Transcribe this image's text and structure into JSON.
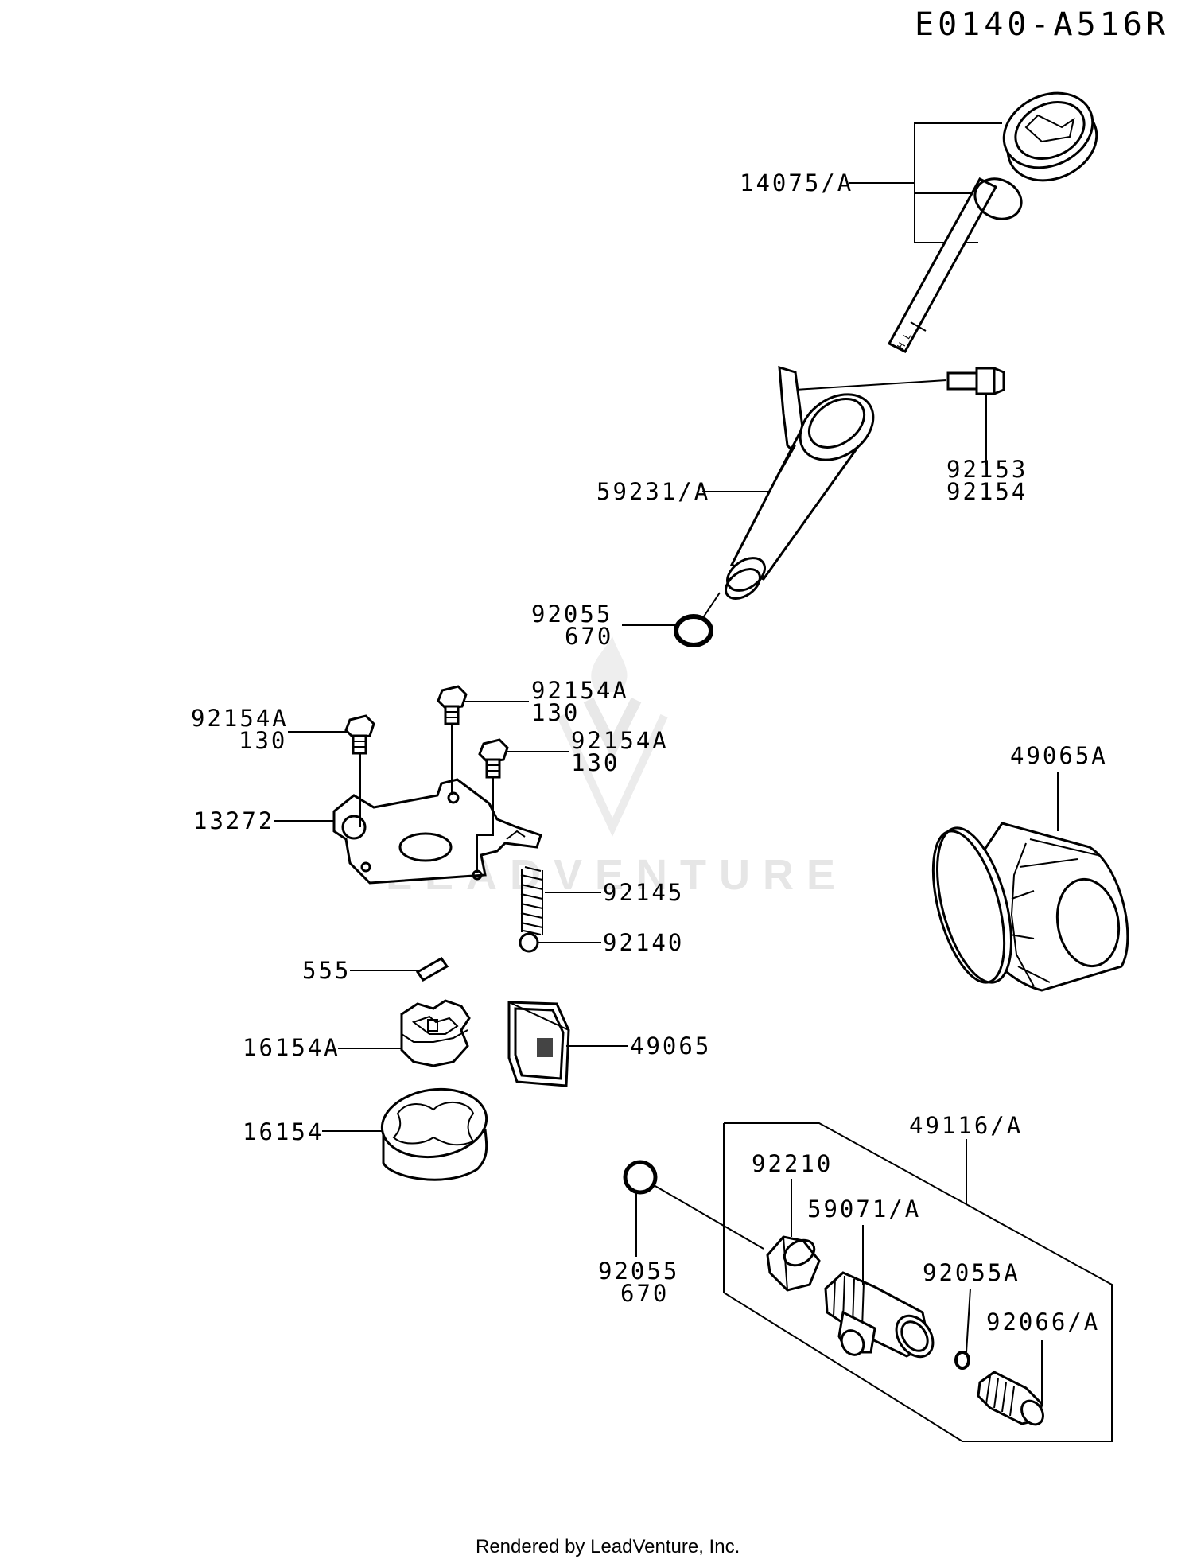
{
  "diagram": {
    "code": "E0140-A516R",
    "footer": "Rendered by LeadVenture, Inc.",
    "watermark": "LEADVENTURE",
    "labels": {
      "p14075": "14075/A",
      "p92153": "92153",
      "p92154": "92154",
      "p59231": "59231/A",
      "p92055_top_a": "92055",
      "p92055_top_b": "670",
      "p92154A_1a": "92154A",
      "p92154A_1b": "130",
      "p92154A_2a": "92154A",
      "p92154A_2b": "130",
      "p92154A_3a": "92154A",
      "p92154A_3b": "130",
      "p13272": "13272",
      "p92145": "92145",
      "p92140": "92140",
      "p555": "555",
      "p16154A": "16154A",
      "p49065": "49065",
      "p16154": "16154",
      "p49065A": "49065A",
      "p49116": "49116/A",
      "p92210": "92210",
      "p59071": "59071/A",
      "p92055_bot_a": "92055",
      "p92055_bot_b": "670",
      "p92055A": "92055A",
      "p92066": "92066/A"
    }
  }
}
